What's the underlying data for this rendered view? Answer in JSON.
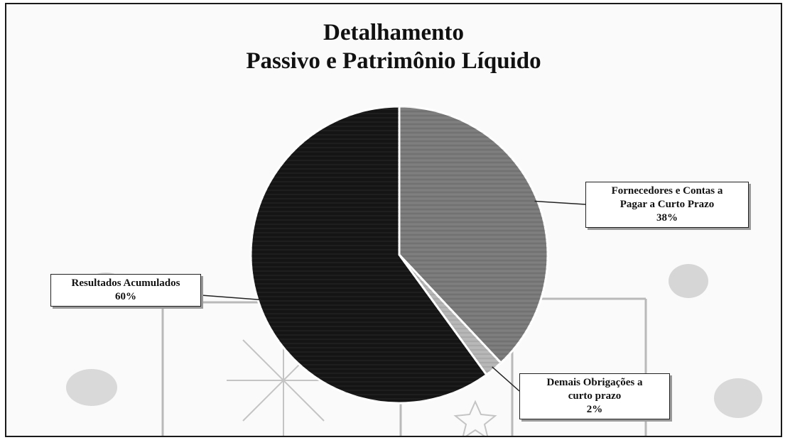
{
  "chart_data": {
    "type": "pie",
    "title": [
      "Detalhamento",
      "Passivo e Patrimônio Líquido"
    ],
    "slices": [
      {
        "label": [
          "Fornecedores e Contas a",
          "Pagar a Curto Prazo"
        ],
        "value": 38,
        "value_label": "38%",
        "color": "#7a7a7a"
      },
      {
        "label": [
          "Demais Obrigações a",
          "curto prazo"
        ],
        "value": 2,
        "value_label": "2%",
        "color": "#b5b5b5"
      },
      {
        "label": [
          "Resultados Acumulados"
        ],
        "value": 60,
        "value_label": "60%",
        "color": "#151515"
      }
    ],
    "start_angle": "12 o'clock",
    "direction": "clockwise",
    "legend": "none",
    "data_labels": "callouts"
  }
}
